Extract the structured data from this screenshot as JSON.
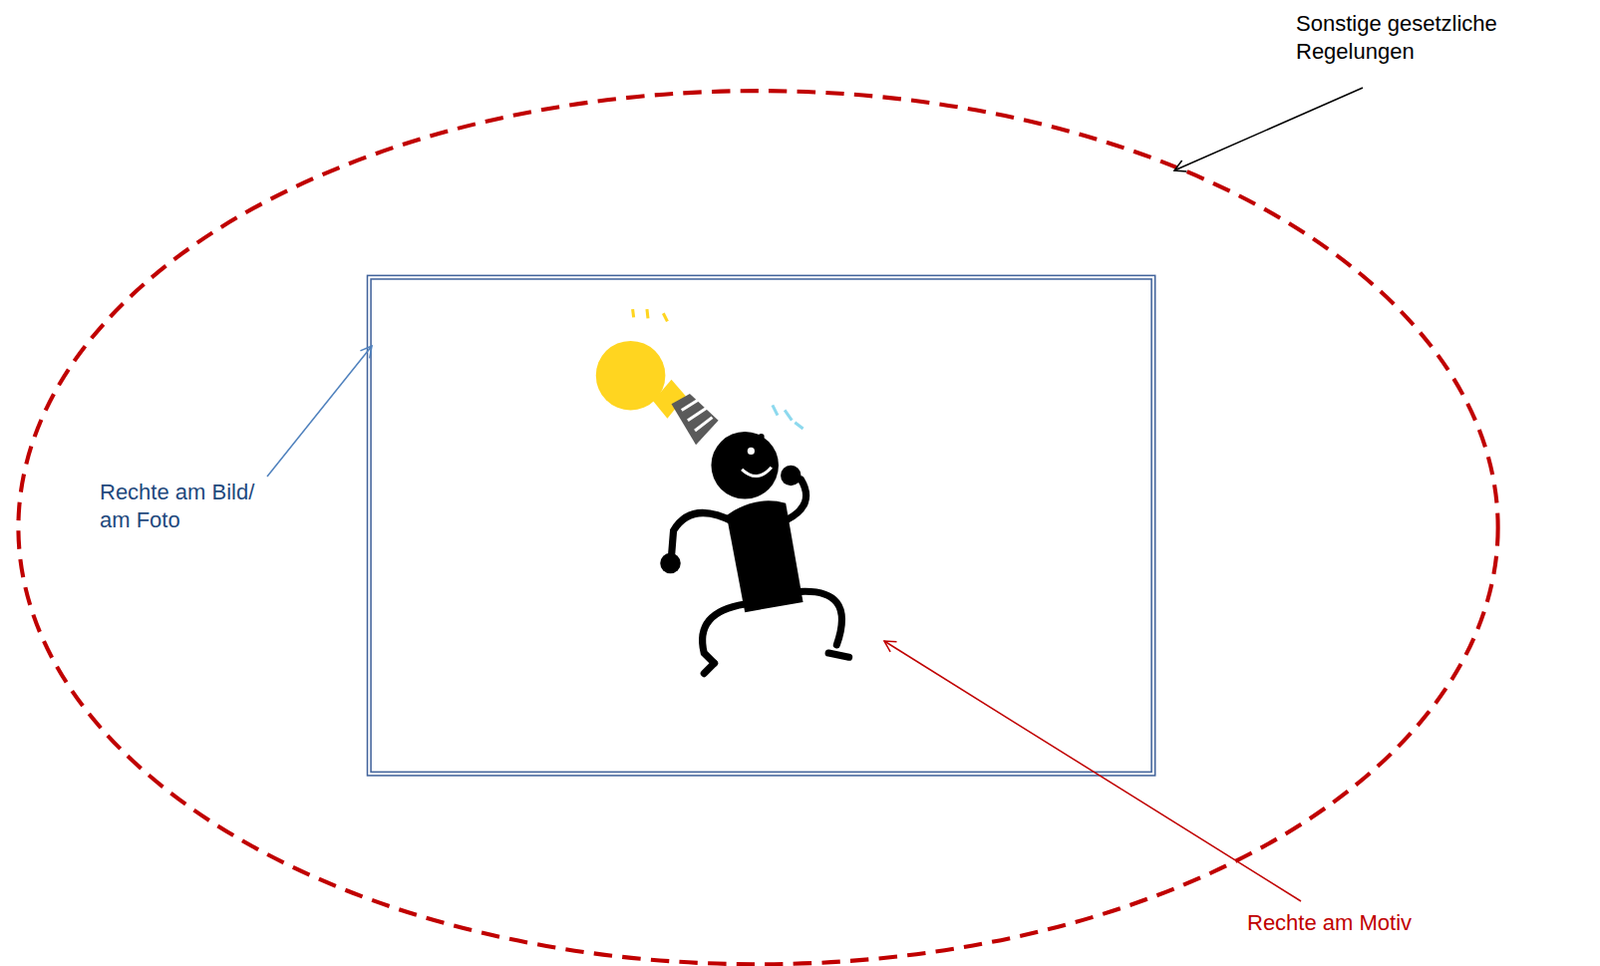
{
  "diagram": {
    "labels": [
      "Sonstige gesetzliche Regelungen",
      "Rechte am Bild/ am Foto",
      "Rechte am Motiv"
    ]
  }
}
